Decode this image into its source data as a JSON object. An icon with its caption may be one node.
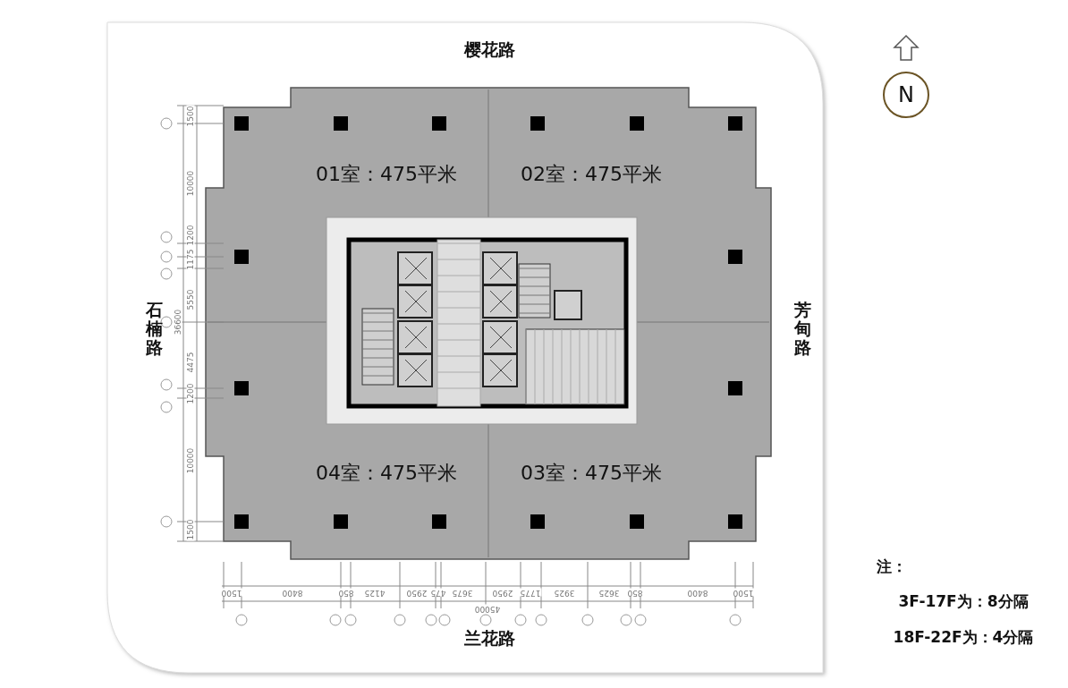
{
  "diagram": {
    "labels": [
      "樱花路",
      "N",
      "01室：475平米",
      "02室：475平米",
      "1500",
      "10000",
      "1200",
      "1175",
      "5550",
      "36600",
      "4475",
      "1200",
      "10000",
      "1500",
      "石楠路",
      "芳甸路",
      "04室：475平米",
      "03室：475平米",
      "1500",
      "8400",
      "850",
      "4125",
      "2950",
      "475",
      "3675",
      "2950",
      "1775",
      "3925",
      "3625",
      "850",
      "8400",
      "1500",
      "45000",
      "兰花路",
      "注：",
      "3F-17F为：8分隔",
      "18F-22F为：4分隔"
    ]
  }
}
